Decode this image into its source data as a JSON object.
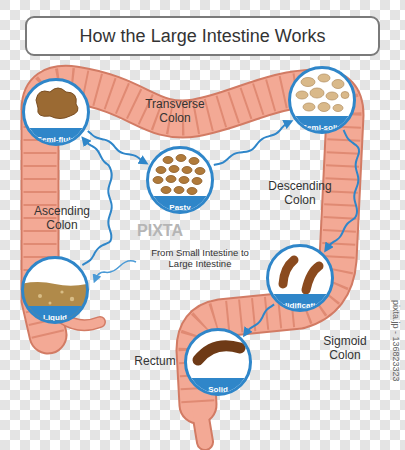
{
  "diagram": {
    "title": "How the Large Intestine Works",
    "nodes": [
      {
        "text": [
          "Semi-fluid"
        ]
      },
      {
        "text": [
          "Pasty"
        ]
      },
      {
        "text": [
          "Semi-solid"
        ]
      },
      {
        "text": [
          "Liquid"
        ]
      },
      {
        "text": [
          "Solidification"
        ]
      },
      {
        "text": [
          "Solid"
        ]
      }
    ],
    "edges": [
      {
        "from": 3,
        "to": 0,
        "arrow": "to"
      },
      {
        "from": 0,
        "to": 1,
        "arrow": "to"
      },
      {
        "from": 1,
        "to": 2,
        "arrow": "to"
      },
      {
        "from": 2,
        "to": 4,
        "arrow": "to"
      },
      {
        "from": 4,
        "to": 5,
        "arrow": "to"
      }
    ],
    "labels": [
      "Transverse Colon",
      "Ascending Colon",
      "From Small Intestine to Large Intestine",
      "Descending Colon",
      "Sigmoid Colon",
      "Rectum",
      "PIXTA",
      "pixta.jp - 136823323"
    ]
  }
}
